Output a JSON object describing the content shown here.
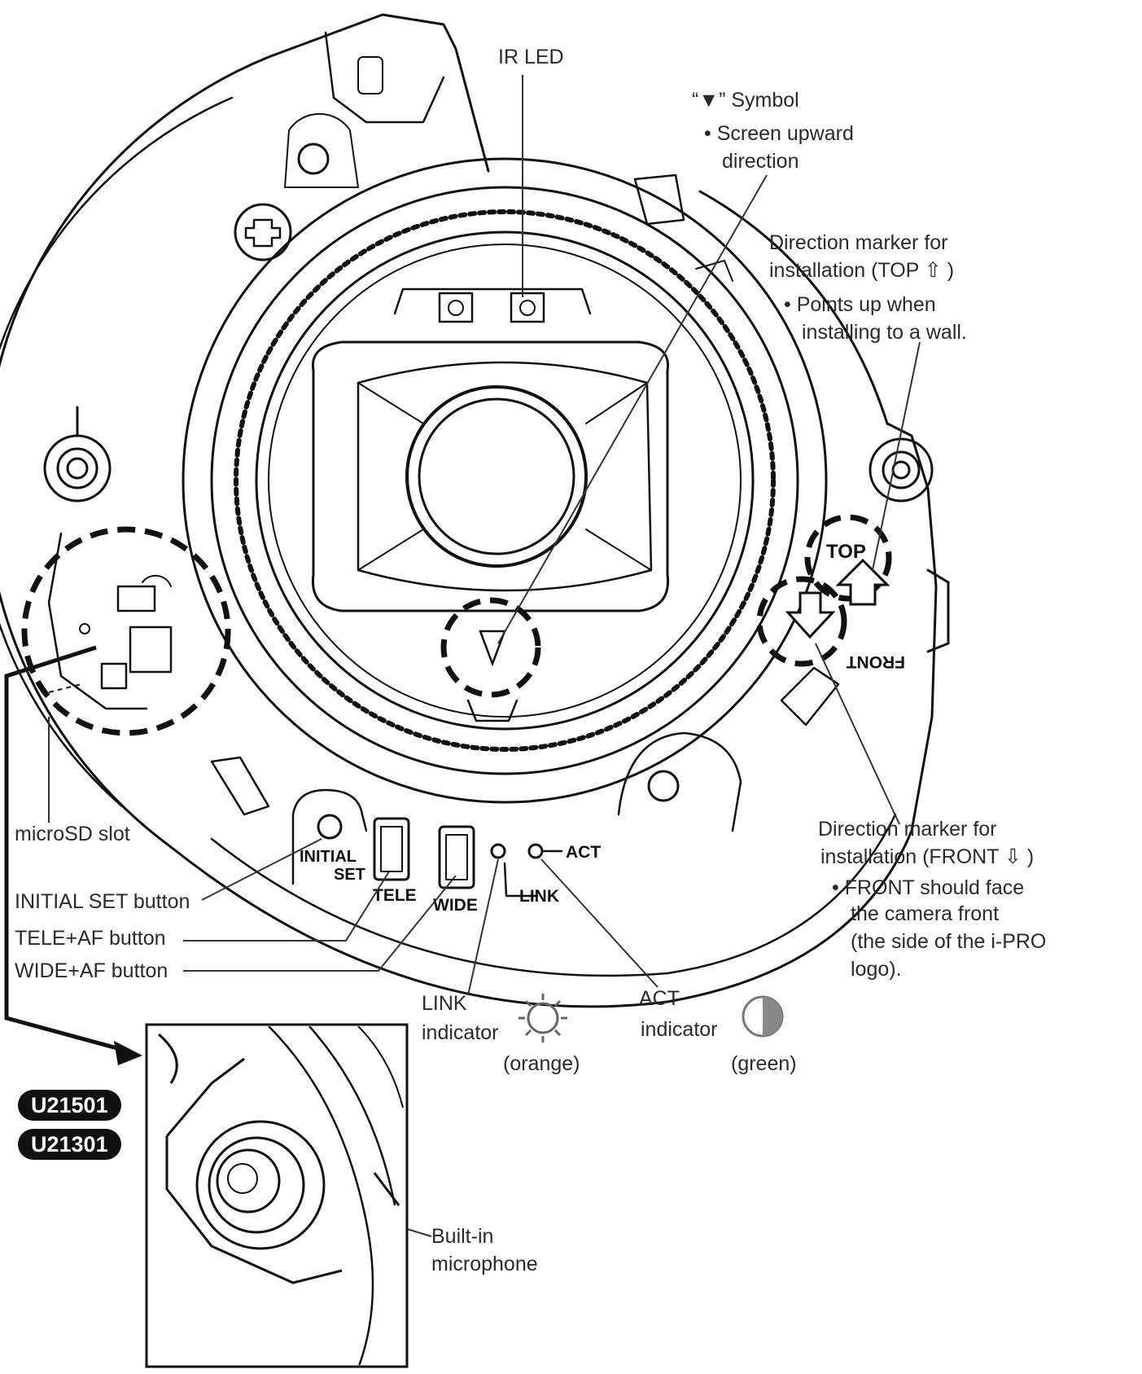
{
  "labels": {
    "ir_led": "IR LED",
    "symbol_title": "“▼” Symbol",
    "symbol_desc_1": "Screen upward",
    "symbol_desc_2": "direction",
    "top_marker_1": "Direction marker for",
    "top_marker_2": "installation (TOP ⇧ )",
    "top_marker_desc_1": "Points up when",
    "top_marker_desc_2": "installing to a wall.",
    "front_marker_1": "Direction marker for",
    "front_marker_2": "installation (FRONT ⇩ )",
    "front_marker_desc_1": "FRONT should face",
    "front_marker_desc_2": "the camera front",
    "front_marker_desc_3": "(the side of the i-PRO",
    "front_marker_desc_4": "logo).",
    "microsd_slot": "microSD slot",
    "initial_set_button": "INITIAL SET button",
    "tele_af_button": "TELE+AF button",
    "wide_af_button": "WIDE+AF button",
    "link_indicator_1": "LINK",
    "link_indicator_2": "indicator",
    "link_color": "(orange)",
    "act_indicator_1": "ACT",
    "act_indicator_2": "indicator",
    "act_color": "(green)",
    "builtin_mic_1": "Built-in",
    "builtin_mic_2": "microphone"
  },
  "device_text": {
    "top": "TOP",
    "front": "FRONT",
    "initial": "INITIAL",
    "set": "SET",
    "tele": "TELE",
    "wide": "WIDE",
    "link": "LINK",
    "act": "ACT"
  },
  "models": [
    "U21501",
    "U21301"
  ],
  "icons": [
    "sun-icon",
    "half-circle-icon"
  ]
}
